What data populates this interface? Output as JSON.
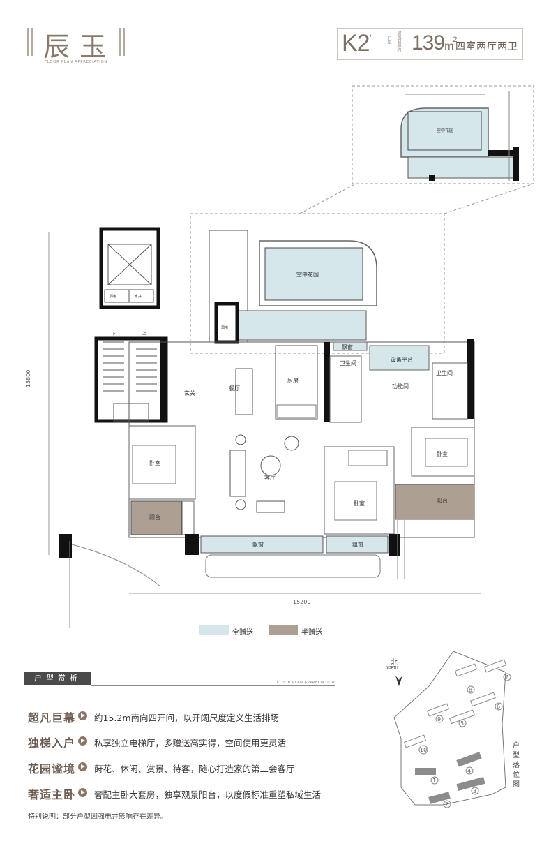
{
  "header": {
    "project_name": "辰玉",
    "project_subtitle": "FLOOR PLAN APPRECIATION",
    "unit_code": "K2",
    "unit_code_mark": "'",
    "unit_type_label": "户型",
    "area_label": "建筑面积约",
    "area_value": "139",
    "area_unit": "m",
    "area_unit_sup": "2",
    "layout_desc": "四室两厅两卫"
  },
  "plan": {
    "rooms": {
      "sky_garden_inset": "空中花园",
      "sky_garden": "空中花园",
      "foyer": "玄关",
      "dining": "餐厅",
      "kitchen": "厨房",
      "bay_window_top": "飘窗",
      "bathroom_1": "卫生间",
      "equipment_platform": "设备平台",
      "utility_room": "功能间",
      "bathroom_2": "卫生间",
      "living": "客厅",
      "bedroom_west": "卧室",
      "bedroom_east": "卧室",
      "bedroom_master": "卧室",
      "balcony_west": "阳台",
      "balcony_east": "阳台",
      "bay_window_south_1": "飘窗",
      "bay_window_south_2": "飘窗",
      "stair_down": "下",
      "stair_up": "上",
      "elec_room": "弱电",
      "water_well": "水井",
      "elec_room_2": "弱电"
    },
    "dimensions": {
      "depth": "13800",
      "width": "15200"
    }
  },
  "legend": {
    "full_gift": {
      "label": "全赠送",
      "color": "#d6e7ec"
    },
    "half_gift": {
      "label": "半赠送",
      "color": "#ada092"
    }
  },
  "analysis": {
    "title": "户型赏析",
    "subtitle": "FLOOR PLAN APPRECIATION",
    "features": [
      {
        "key": "超凡巨幕",
        "value": "约15.2m南向四开间，以开阔尺度定义生活排场"
      },
      {
        "key": "独梯入户",
        "value": "私享独立电梯厅，多赠送高实得，空间使用更灵活"
      },
      {
        "key": "花园谧境",
        "value": "莳花、休闲、赏景、待客，随心打造家的第二会客厅"
      },
      {
        "key": "奢适主卧",
        "value": "奢配主卧大套房，独享观景阳台，以度假标准重塑私域生活"
      }
    ],
    "note": "特别说明：部分户型因强电井影响存在差异。"
  },
  "site": {
    "north_cn": "北",
    "north_en": "NORTH",
    "label": "户型落位图",
    "buildings": [
      "8",
      "7",
      "9",
      "5",
      "6",
      "10",
      "4",
      "1",
      "3",
      "2"
    ]
  }
}
